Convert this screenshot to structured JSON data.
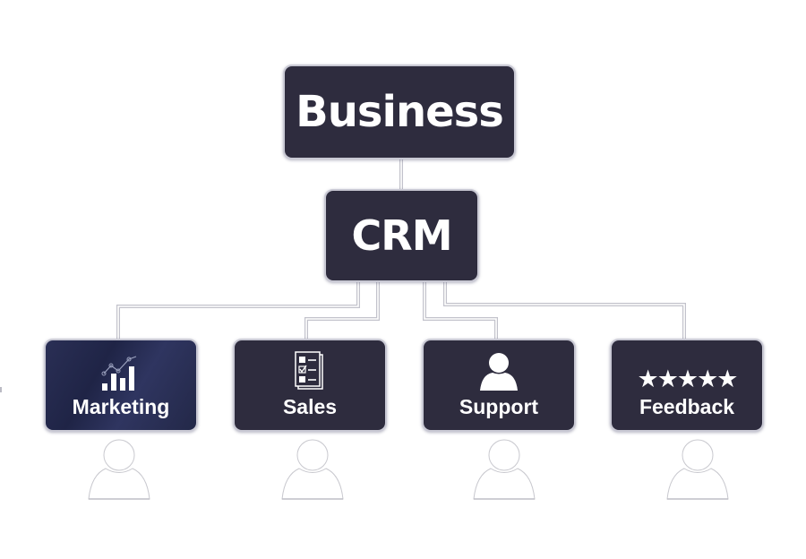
{
  "diagram": {
    "root": {
      "label": "Business"
    },
    "hub": {
      "label": "CRM"
    },
    "children": [
      {
        "label": "Marketing",
        "icon": "bar-chart-trend-icon"
      },
      {
        "label": "Sales",
        "icon": "checklist-icon"
      },
      {
        "label": "Support",
        "icon": "user-icon"
      },
      {
        "label": "Feedback",
        "icon": "five-stars-icon",
        "glyph": "★★★★★"
      }
    ],
    "people": [
      {
        "icon": "person-outline-icon"
      },
      {
        "icon": "person-outline-icon"
      },
      {
        "icon": "person-outline-icon"
      },
      {
        "icon": "person-outline-icon"
      }
    ]
  },
  "colors": {
    "node_fill": "#2e2c3e",
    "node_border": "#c9c9d4",
    "marketing_fill": "#232848",
    "connector": "#c4c4cc",
    "text": "#ffffff"
  }
}
